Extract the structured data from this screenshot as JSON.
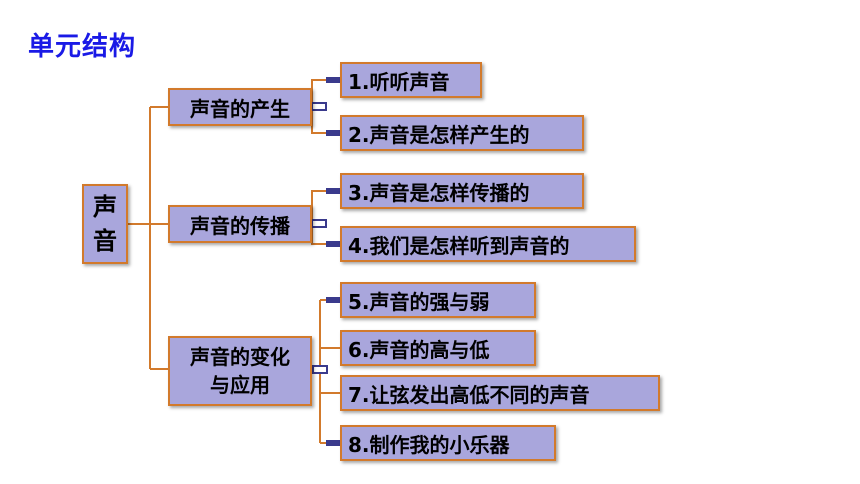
{
  "title": "单元结构",
  "root": {
    "line1": "声",
    "line2": "音"
  },
  "branches": [
    {
      "label": "声音的产生"
    },
    {
      "label": "声音的传播"
    },
    {
      "line1": "声音的变化",
      "line2": "与应用"
    }
  ],
  "leaves": [
    "1.听听声音",
    "2.声音是怎样产生的",
    "3.声音是怎样传播的",
    "4.我们是怎样听到声音的",
    "5.声音的强与弱",
    "6.声音的高与低",
    "7.让弦发出高低不同的声音",
    "8.制作我的小乐器"
  ],
  "colors": {
    "title": "#1a1ae6",
    "box_fill": "#a9a6dc",
    "box_border": "#d27a2c",
    "connector": "#d27a2c",
    "handle": "#3a3a8c"
  }
}
